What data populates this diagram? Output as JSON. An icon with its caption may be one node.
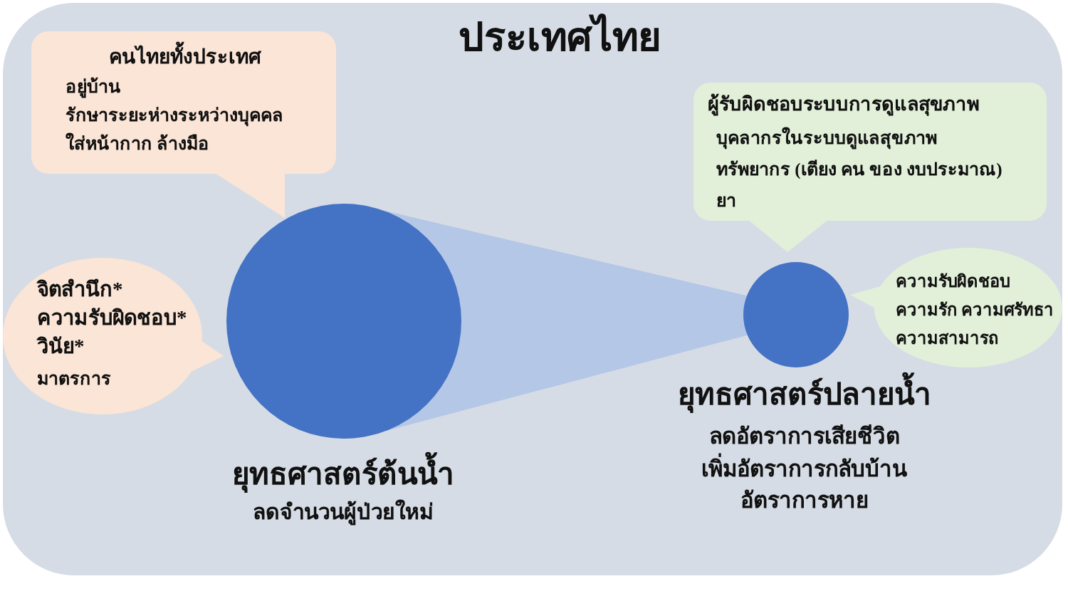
{
  "diagram": {
    "nodes": [
      {
        "text": [
          "ประเทศไทย"
        ]
      },
      {
        "text": [
          "คนไทยทั้งประเทศ",
          "อยู่บ้าน",
          "รักษาระยะห่างระหว่างบุคคล",
          "ใส่หน้ากาก ล้างมือ"
        ],
        "in": 0
      },
      {
        "text": [
          "จิตสำนึก*",
          "ความรับผิดชอบ*",
          "วินัย*",
          "มาตรการ"
        ],
        "in": 0
      },
      {
        "text": [],
        "shape": "circle",
        "in": 0,
        "beside": [
          "ยุทธศาสตร์ต้นน้ำ",
          "ลดจำนวนผู้ป่วยใหม่"
        ]
      },
      {
        "text": [
          "ผู้รับผิดชอบระบบการดูแลสุขภาพ",
          "บุคลากรในระบบดูแลสุขภาพ",
          "ทรัพยากร (เตียง คน ของ งบประมาณ)",
          "ยา"
        ],
        "in": 0
      },
      {
        "text": [],
        "shape": "circle",
        "in": 0,
        "beside": [
          "ยุทธศาสตร์ปลายน้ำ",
          "ลดอัตราการเสียชีวิต",
          "เพิ่มอัตราการกลับบ้าน",
          "อัตราการหาย"
        ]
      },
      {
        "text": [
          "ความรับผิดชอบ",
          "ความรัก ความศรัทธา",
          "ความสามารถ"
        ],
        "in": 0
      }
    ],
    "edges": [
      {
        "from": 3,
        "to": 5,
        "arrow": "none"
      }
    ]
  }
}
